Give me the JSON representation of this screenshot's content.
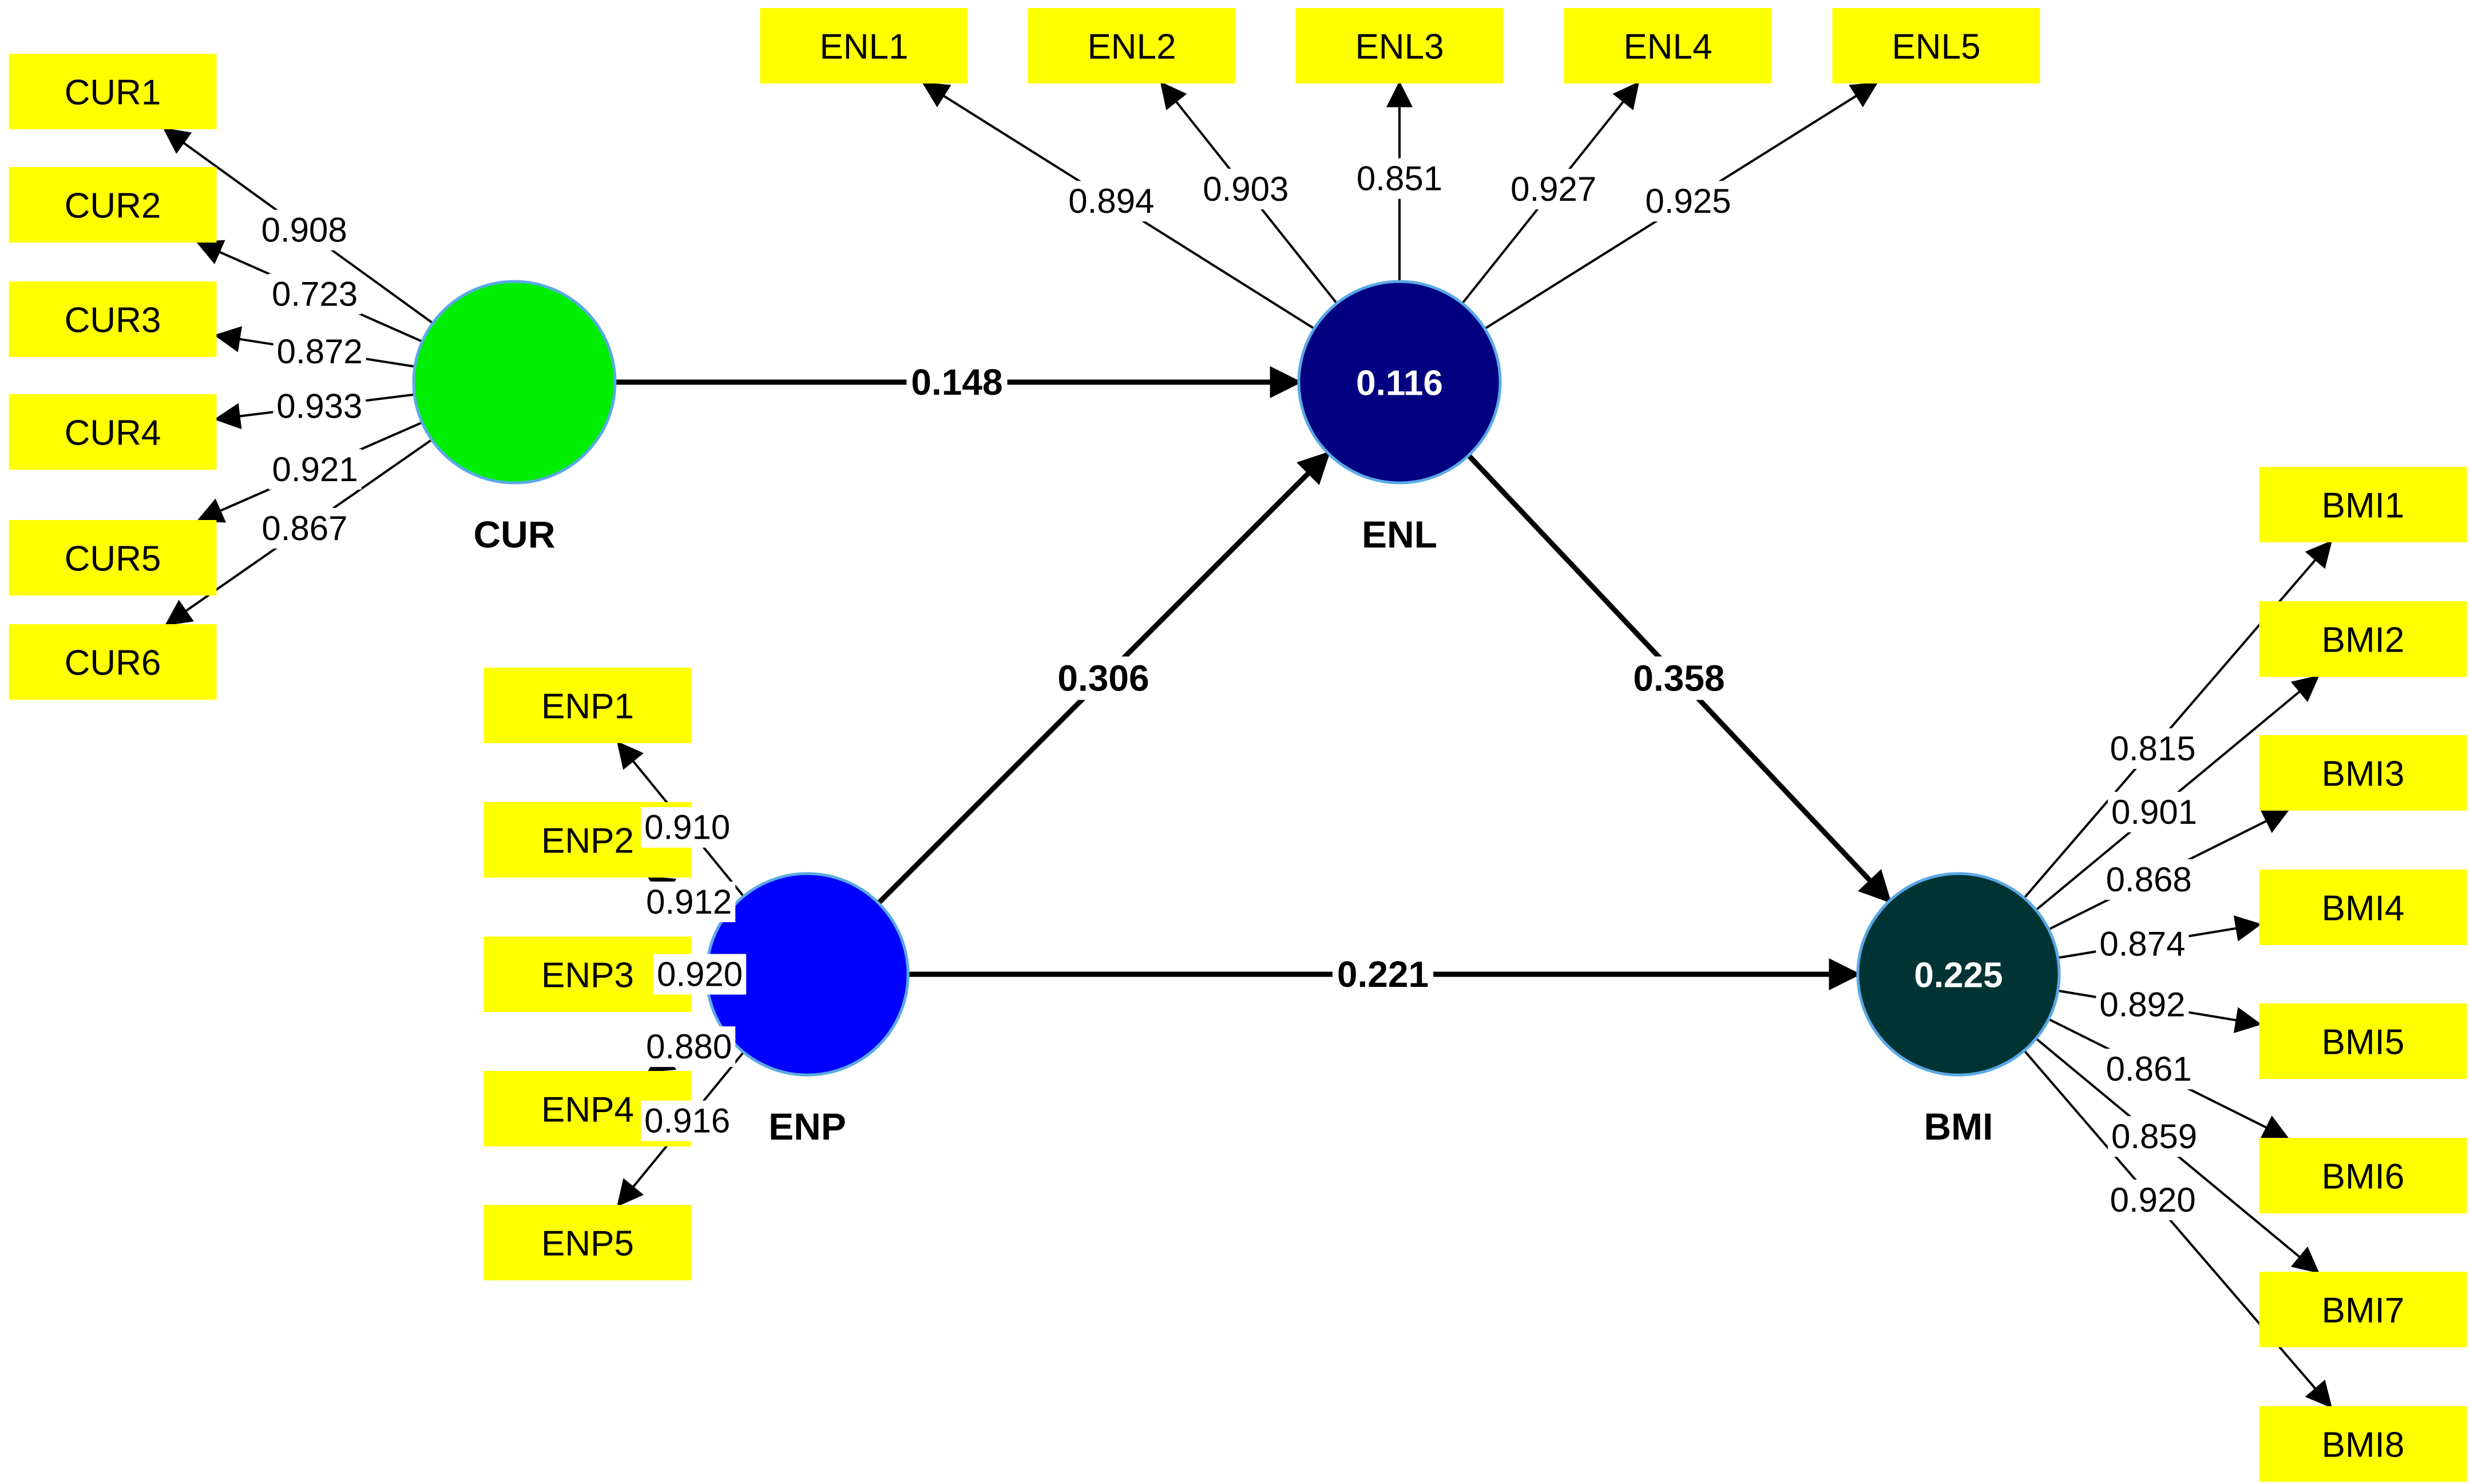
{
  "constructs": [
    {
      "id": "CUR",
      "label": "CUR",
      "value": null,
      "color": "#00ee00"
    },
    {
      "id": "ENL",
      "label": "ENL",
      "value": "0.116",
      "color": "#000080"
    },
    {
      "id": "ENP",
      "label": "ENP",
      "value": null,
      "color": "#0000ff"
    },
    {
      "id": "BMI",
      "label": "BMI",
      "value": "0.225",
      "color": "#003333"
    }
  ],
  "indicator_color": "#ffff00",
  "indicators": {
    "CUR": [
      {
        "name": "CUR1",
        "loading": "0.908"
      },
      {
        "name": "CUR2",
        "loading": "0.723"
      },
      {
        "name": "CUR3",
        "loading": "0.872"
      },
      {
        "name": "CUR4",
        "loading": "0.933"
      },
      {
        "name": "CUR5",
        "loading": "0.921"
      },
      {
        "name": "CUR6",
        "loading": "0.867"
      }
    ],
    "ENL": [
      {
        "name": "ENL1",
        "loading": "0.894"
      },
      {
        "name": "ENL2",
        "loading": "0.903"
      },
      {
        "name": "ENL3",
        "loading": "0.851"
      },
      {
        "name": "ENL4",
        "loading": "0.927"
      },
      {
        "name": "ENL5",
        "loading": "0.925"
      }
    ],
    "ENP": [
      {
        "name": "ENP1",
        "loading": "0.910"
      },
      {
        "name": "ENP2",
        "loading": "0.912"
      },
      {
        "name": "ENP3",
        "loading": "0.920"
      },
      {
        "name": "ENP4",
        "loading": "0.880"
      },
      {
        "name": "ENP5",
        "loading": "0.916"
      }
    ],
    "BMI": [
      {
        "name": "BMI1",
        "loading": "0.815"
      },
      {
        "name": "BMI2",
        "loading": "0.901"
      },
      {
        "name": "BMI3",
        "loading": "0.868"
      },
      {
        "name": "BMI4",
        "loading": "0.874"
      },
      {
        "name": "BMI5",
        "loading": "0.892"
      },
      {
        "name": "BMI6",
        "loading": "0.861"
      },
      {
        "name": "BMI7",
        "loading": "0.859"
      },
      {
        "name": "BMI8",
        "loading": "0.920"
      }
    ]
  },
  "paths": [
    {
      "from": "CUR",
      "to": "ENL",
      "coefficient": "0.148"
    },
    {
      "from": "ENP",
      "to": "ENL",
      "coefficient": "0.306"
    },
    {
      "from": "ENL",
      "to": "BMI",
      "coefficient": "0.358"
    },
    {
      "from": "ENP",
      "to": "BMI",
      "coefficient": "0.221"
    }
  ]
}
